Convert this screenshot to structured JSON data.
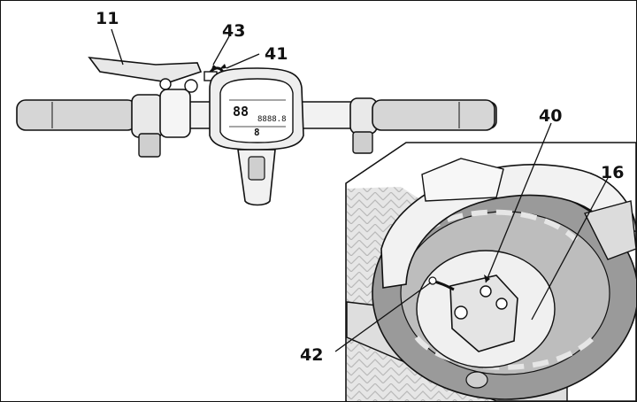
{
  "callouts": {
    "c11": "11",
    "c43": "43",
    "c41": "41",
    "c40": "40",
    "c16": "16",
    "c42": "42"
  },
  "display": {
    "speed_digits": "88",
    "odometer_digits": "8888.8",
    "gear_digit": "8"
  },
  "colors": {
    "line": "#111111",
    "grip": "#d6d6d6",
    "body": "#eeeeee",
    "tire": "#9a9a9a",
    "deck": "#e4e4e4",
    "panel": "#ffffff"
  }
}
